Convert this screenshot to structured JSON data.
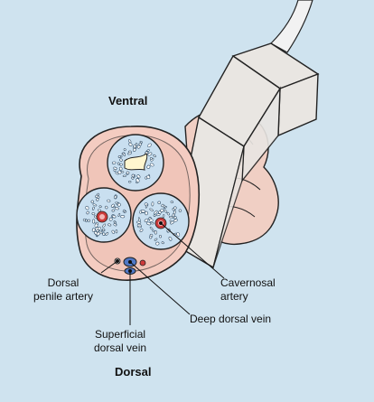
{
  "labels": {
    "ventral": "Ventral",
    "dorsal": "Dorsal",
    "dorsal_penile_artery": [
      "Dorsal",
      "penile artery"
    ],
    "cavernosal_artery": [
      "Cavernosal",
      "artery"
    ],
    "deep_dorsal_vein": "Deep dorsal vein",
    "superficial_dorsal_vein": [
      "Superficial",
      "dorsal vein"
    ]
  },
  "colors": {
    "background": "#cfe3ef",
    "skin": "#f4ccc1",
    "skin_fold": "#f0cfc4",
    "tunica": "#efc2b4",
    "cavernosum_fill": "#c9dff0",
    "artery_red": "#cc3b3b",
    "vein_blue": "#4f78c6",
    "probe": "#e9e6e2",
    "outline": "#222222"
  },
  "icons": {
    "probe": "ultrasound-transducer-icon",
    "cross_section": "penile-cross-section-icon"
  }
}
